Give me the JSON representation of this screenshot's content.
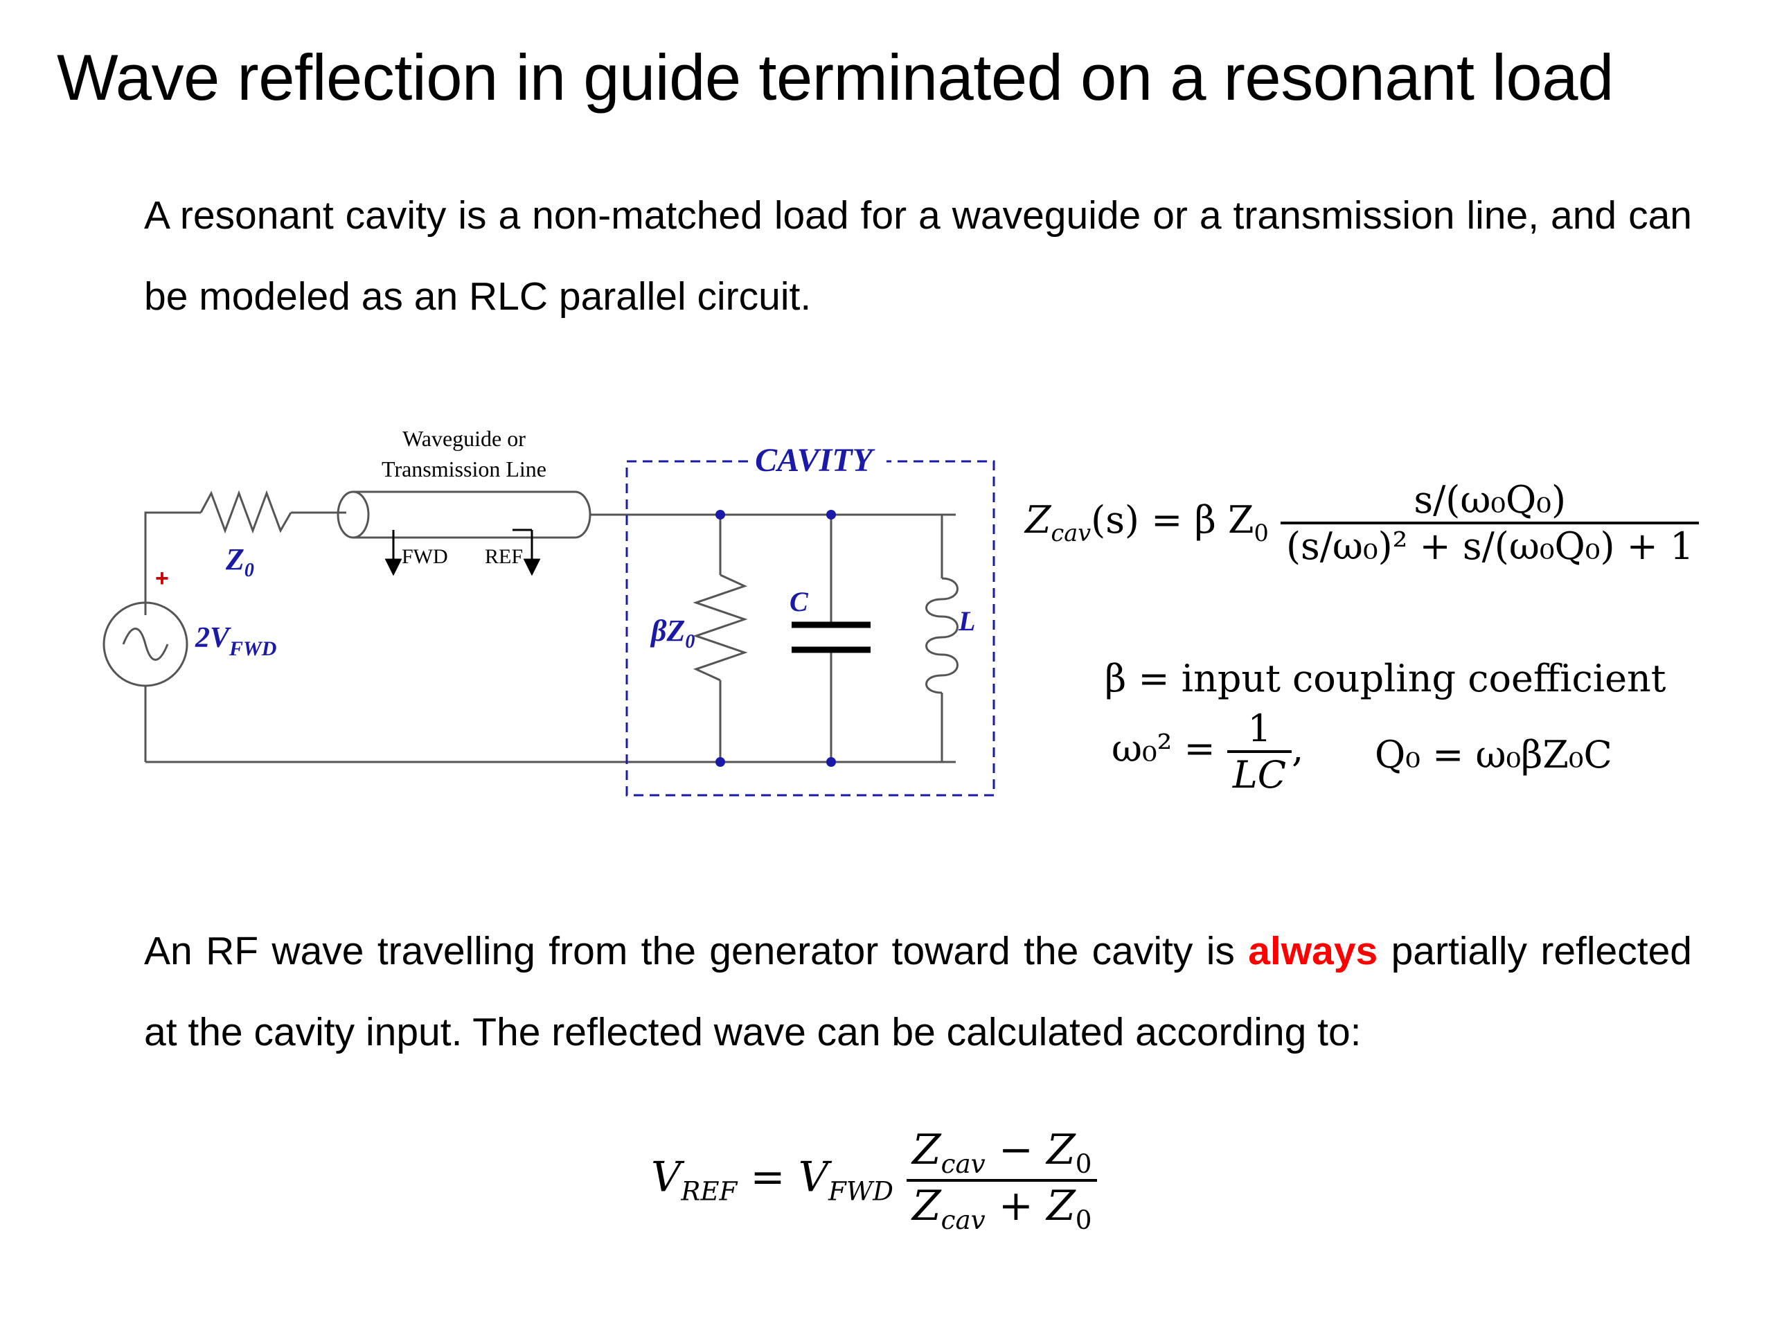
{
  "title": "Wave reflection in guide terminated on a resonant load",
  "intro": "A resonant cavity is a non-matched load for a waveguide or a transmission line, and can be modeled as an RLC parallel circuit.",
  "circuit": {
    "line_label_1": "Waveguide or",
    "line_label_2": "Transmission Line",
    "cavity_label": "CAVITY",
    "fwd_label": "FWD",
    "ref_label": "REF",
    "source_label": "2V",
    "source_sub": "FWD",
    "z0_label": "Z",
    "z0_sub": "0",
    "plus": "+",
    "r_label": "βZ",
    "r_sub": "0",
    "c_label": "C",
    "l_label": "L",
    "colors": {
      "wire": "#555555",
      "label": "#1a1aa6",
      "node": "#1a1aa6",
      "plus": "#cc0000"
    }
  },
  "equations": {
    "zcav_lhs": "Z",
    "zcav_lhs_sub": "cav",
    "zcav_mid": "(s) = β Z",
    "zcav_mid_sub": "0",
    "zcav_num": "s/(ω₀Q₀)",
    "zcav_den": "(s/ω₀)² + s/(ω₀Q₀) + 1",
    "beta_def": "β = input coupling coefficient",
    "omega_lhs": "ω₀² =",
    "omega_num": "1",
    "omega_den": "LC",
    "omega_comma": ",",
    "q_def": "Q₀ = ω₀βZ₀C"
  },
  "body2_a": "An RF wave travelling from the generator toward the cavity is ",
  "body2_hl": "always",
  "body2_b": " partially reflected at the cavity input. The reflected wave can be calculated according to:",
  "vref": {
    "lhs": "V",
    "lhs_sub": "REF",
    "eq": " = V",
    "eq_sub": "FWD",
    "num": "Z",
    "num_sub": "cav",
    "num_tail": " − Z",
    "num_tail_sub": "0",
    "den": "Z",
    "den_sub": "cav",
    "den_tail": " + Z",
    "den_tail_sub": "0"
  }
}
